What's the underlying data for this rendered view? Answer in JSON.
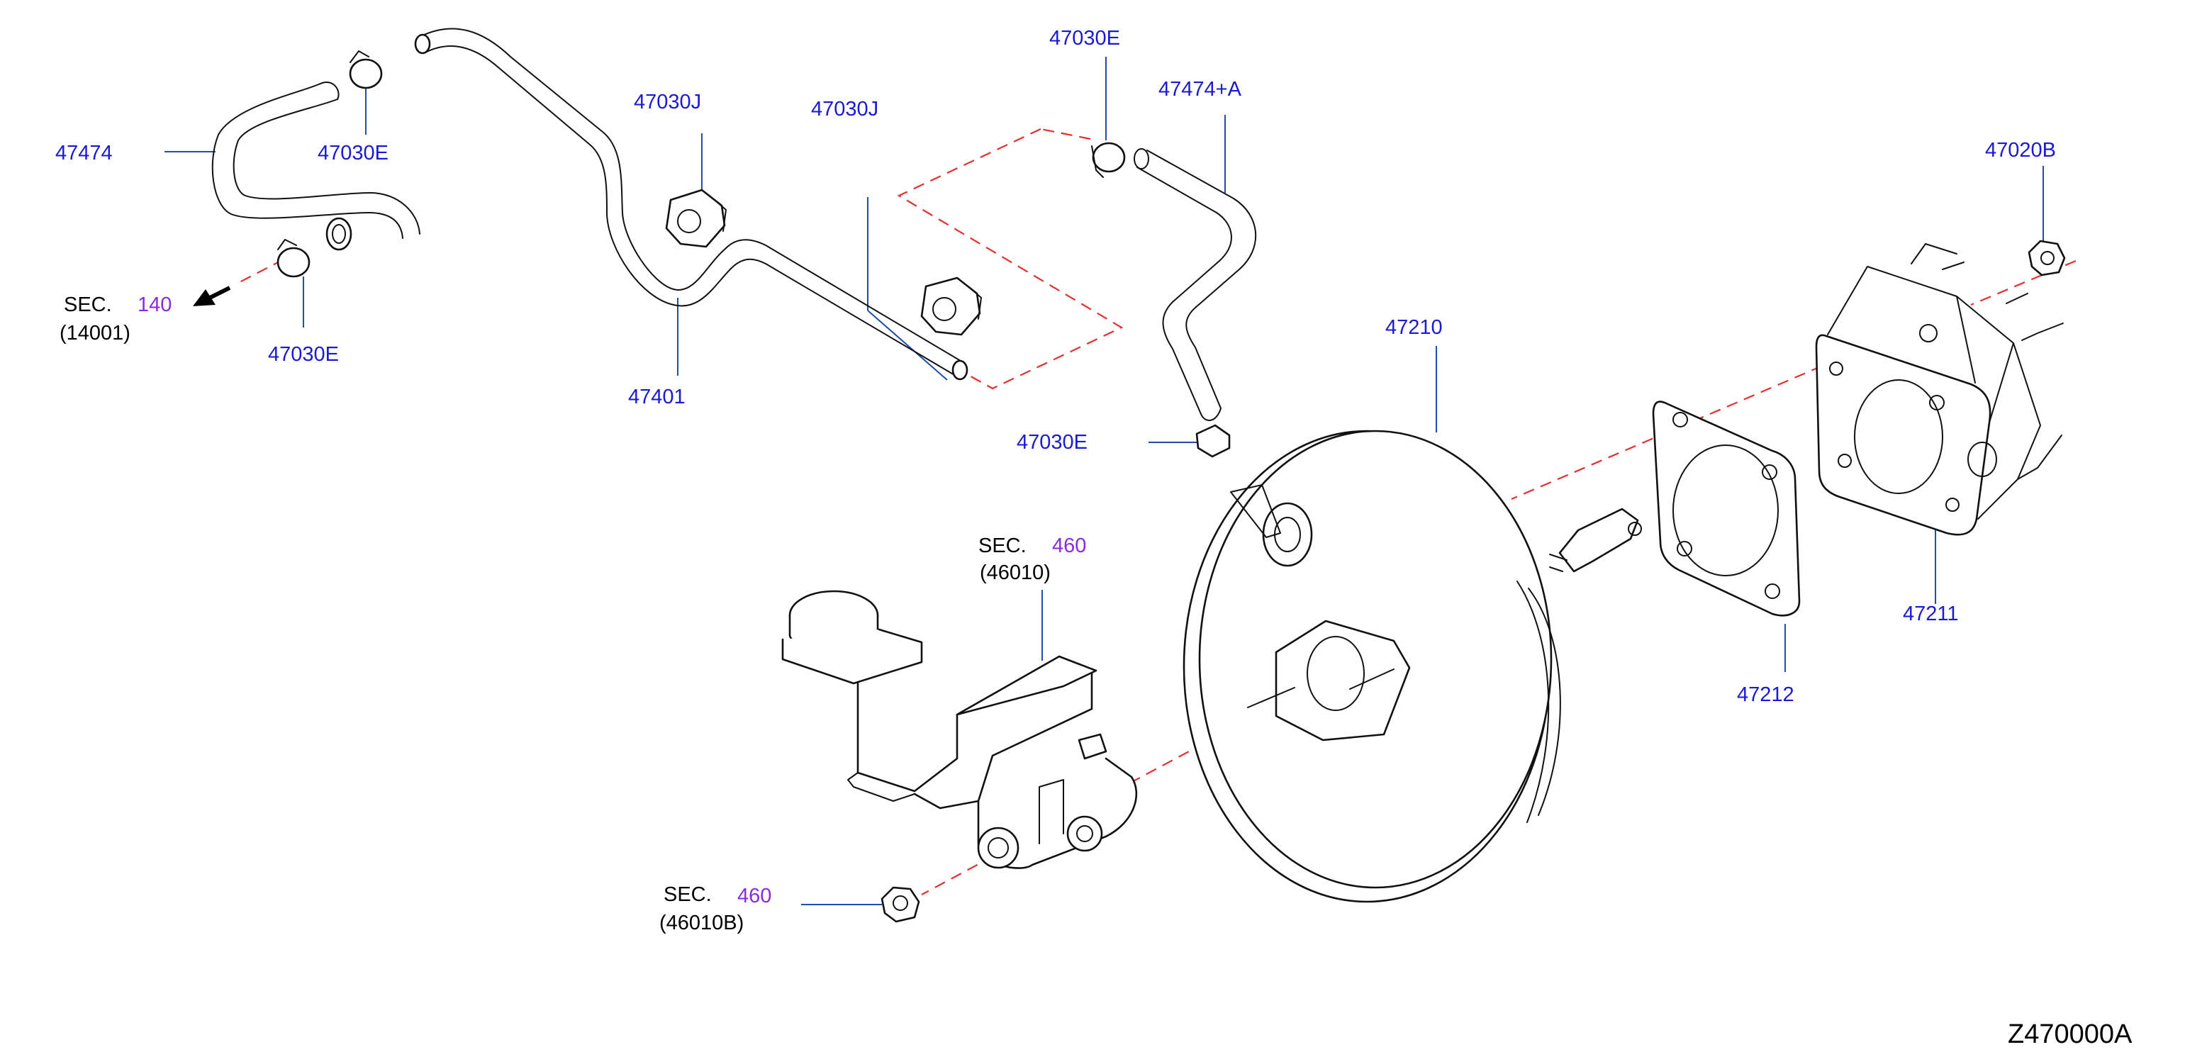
{
  "figure_id": "Z470000A",
  "parts": [
    {
      "id": "p47474",
      "number": "47474"
    },
    {
      "id": "p47030E_a",
      "number": "47030E"
    },
    {
      "id": "p47030E_b",
      "number": "47030E"
    },
    {
      "id": "p47401",
      "number": "47401"
    },
    {
      "id": "p47030J_a",
      "number": "47030J"
    },
    {
      "id": "p47030J_b",
      "number": "47030J"
    },
    {
      "id": "p47030E_c",
      "number": "47030E"
    },
    {
      "id": "p47474A",
      "number": "47474+A"
    },
    {
      "id": "p47030E_d",
      "number": "47030E"
    },
    {
      "id": "p47020B",
      "number": "47020B"
    },
    {
      "id": "p47210",
      "number": "47210"
    },
    {
      "id": "p47211",
      "number": "47211"
    },
    {
      "id": "p47212",
      "number": "47212"
    }
  ],
  "section_refs": [
    {
      "id": "s140",
      "prefix": "SEC.",
      "section": "140",
      "code": "(14001)"
    },
    {
      "id": "s460a",
      "prefix": "SEC.",
      "section": "460",
      "code": "(46010)"
    },
    {
      "id": "s460b",
      "prefix": "SEC.",
      "section": "460",
      "code": "(46010B)"
    }
  ],
  "colors": {
    "part_label": "#1a1ad6",
    "section_number": "#8a2be2",
    "leader_line": "#1f4fa8",
    "alignment_dash": "#e23030",
    "outline": "#111111"
  }
}
